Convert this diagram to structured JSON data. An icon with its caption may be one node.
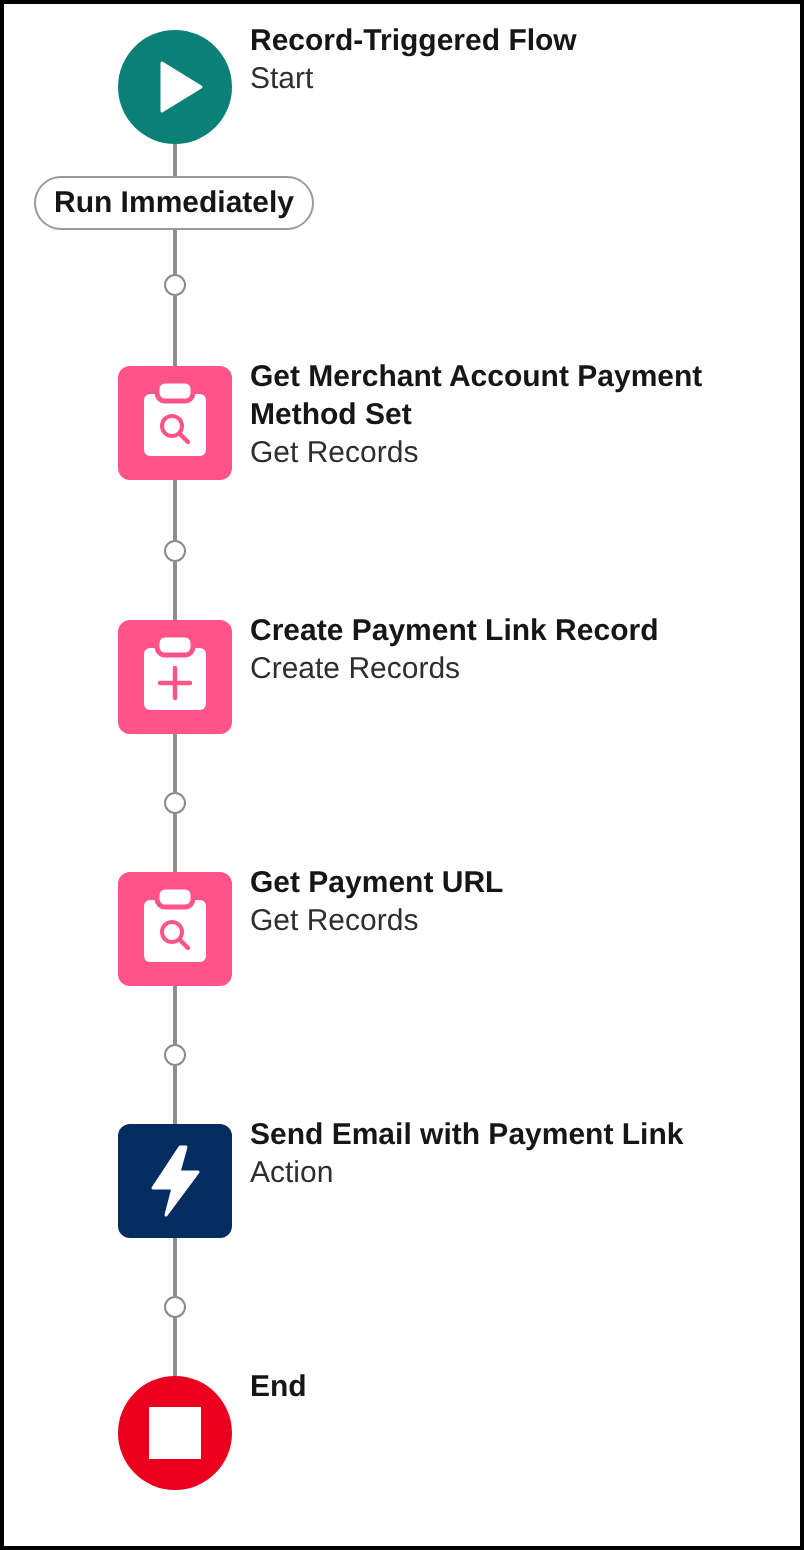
{
  "diagram": {
    "nodes": [
      {
        "text": [
          "Record-Triggered Flow",
          "Start"
        ]
      },
      {
        "text": [
          "Run Immediately"
        ]
      },
      {
        "text": [],
        "shape": "circle"
      },
      {
        "text": [
          "Get Merchant Account Payment Method Set",
          "Get Records"
        ]
      },
      {
        "text": [],
        "shape": "circle"
      },
      {
        "text": [
          "Create Payment Link Record",
          "Create Records"
        ]
      },
      {
        "text": [],
        "shape": "circle"
      },
      {
        "text": [
          "Get Payment URL",
          "Get Records"
        ]
      },
      {
        "text": [],
        "shape": "circle"
      },
      {
        "text": [
          "Send Email with Payment Link",
          "Action"
        ]
      },
      {
        "text": [],
        "shape": "circle"
      },
      {
        "text": [
          "End"
        ]
      }
    ],
    "edges": [
      {
        "from": 0,
        "to": 1,
        "arrow": "none"
      },
      {
        "from": 1,
        "to": 2,
        "arrow": "none"
      },
      {
        "from": 2,
        "to": 3,
        "arrow": "none"
      },
      {
        "from": 3,
        "to": 4,
        "arrow": "none"
      },
      {
        "from": 4,
        "to": 5,
        "arrow": "none"
      },
      {
        "from": 5,
        "to": 6,
        "arrow": "none"
      },
      {
        "from": 6,
        "to": 7,
        "arrow": "none"
      },
      {
        "from": 7,
        "to": 8,
        "arrow": "none"
      },
      {
        "from": 8,
        "to": 9,
        "arrow": "none"
      },
      {
        "from": 9,
        "to": 10,
        "arrow": "none"
      },
      {
        "from": 10,
        "to": 11,
        "arrow": "none"
      }
    ]
  }
}
